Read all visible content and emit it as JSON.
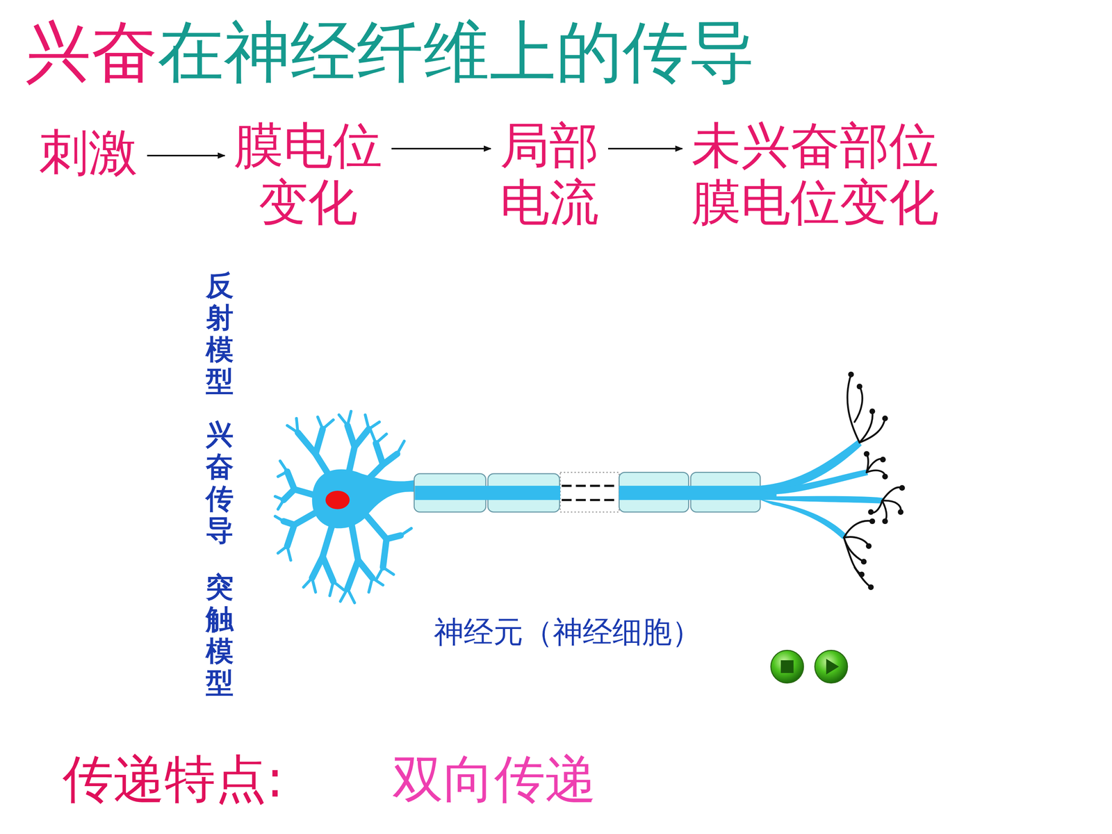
{
  "diagram": {
    "title": "兴奋在神经纤维上的传导",
    "nodes": [
      {
        "text": [
          "刺激"
        ]
      },
      {
        "text": [
          "膜电位变化"
        ]
      },
      {
        "text": [
          "局部电流"
        ]
      },
      {
        "text": [
          "未兴奋部位膜电位变化"
        ]
      }
    ],
    "edges": [
      {
        "from": 0,
        "to": 1,
        "arrow": "to"
      },
      {
        "from": 1,
        "to": 2,
        "arrow": "to"
      },
      {
        "from": 2,
        "to": 3,
        "arrow": "to"
      }
    ],
    "labels": [
      "反射模型",
      "兴奋传导",
      "突触模型",
      "神经元（神经细胞）",
      "传递特点:",
      "双向传递"
    ]
  }
}
